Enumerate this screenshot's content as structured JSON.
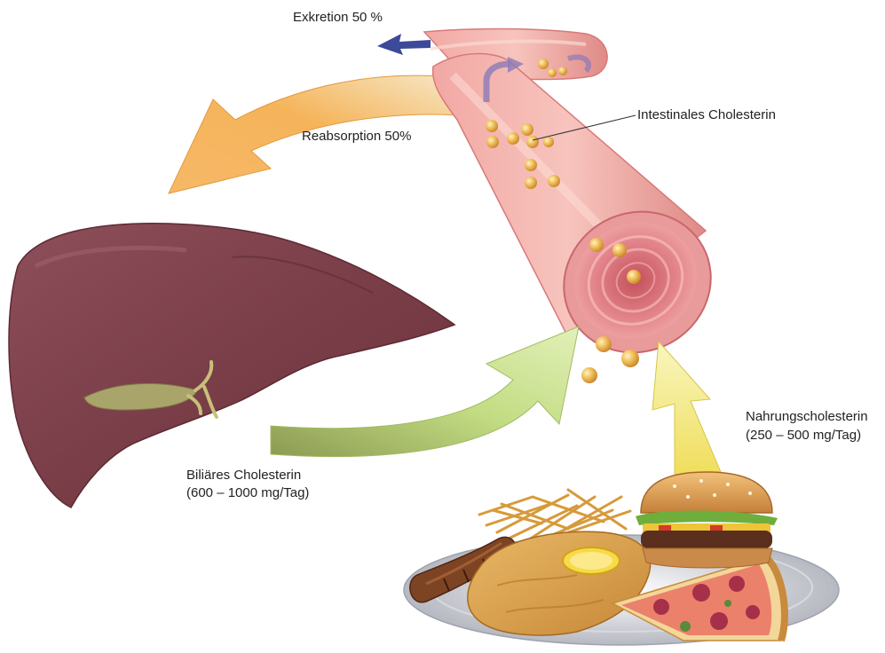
{
  "labels": {
    "excretion": "Exkretion 50 %",
    "reabsorption": "Reabsorption 50%",
    "intestinal": "Intestinales Cholesterin",
    "biliary_line1": "Biliäres Cholesterin",
    "biliary_line2": "(600 – 1000 mg/Tag)",
    "dietary_line1": "Nahrungscholesterin",
    "dietary_line2": "(250 – 500 mg/Tag)"
  },
  "icons": [
    "liver-icon",
    "intestine-tube-icon",
    "cholesterol-droplet-icon",
    "food-plate-icon",
    "burger-icon",
    "pizza-icon",
    "sausage-icon",
    "fries-icon",
    "schnitzel-icon"
  ],
  "colors": {
    "liver": "#7a3f47",
    "intestine": "#e89090",
    "droplet": "#e7a83a",
    "arrow_reabsorption": "#f3a84c",
    "arrow_biliary": "#bcd978",
    "arrow_dietary": "#f2ea7a",
    "arrow_excretion": "#3d4a9a"
  }
}
